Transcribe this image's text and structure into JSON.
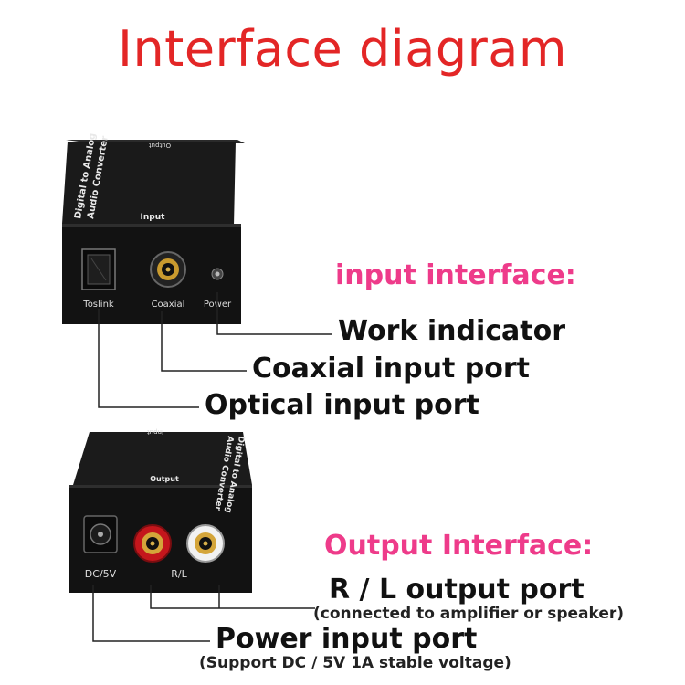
{
  "title": "Interface diagram",
  "input_section": {
    "heading": "input interface:",
    "device_top_label": "Output",
    "device_side_label_1": "Digital to Analog",
    "device_side_label_2": "Audio Converter",
    "device_front_label": "Input",
    "ports": [
      {
        "label": "Toslink"
      },
      {
        "label": "Coaxial"
      },
      {
        "label": "Power"
      }
    ],
    "callouts": {
      "work_indicator": "Work indicator",
      "coaxial_port": "Coaxial input port",
      "optical_port": "Optical input port"
    }
  },
  "output_section": {
    "heading": "Output Interface:",
    "device_top_label": "Input",
    "device_side_label_1": "Digital to Analog",
    "device_side_label_2": "Audio Converter",
    "device_front_label": "Output",
    "ports": [
      {
        "label": "DC/5V"
      },
      {
        "label": "R/L"
      }
    ],
    "callouts": {
      "rl_port": "R / L output port",
      "rl_note": "(connected to amplifier or speaker)",
      "power_port": "Power input port",
      "power_note": "(Support DC / 5V 1A stable voltage)"
    }
  },
  "colors": {
    "title": "#e32626",
    "heading": "#ee3b8a",
    "device_body": "#151515",
    "rca_red": "#c4161c",
    "rca_white": "#f2f2f2",
    "gold": "#c99a2e"
  }
}
